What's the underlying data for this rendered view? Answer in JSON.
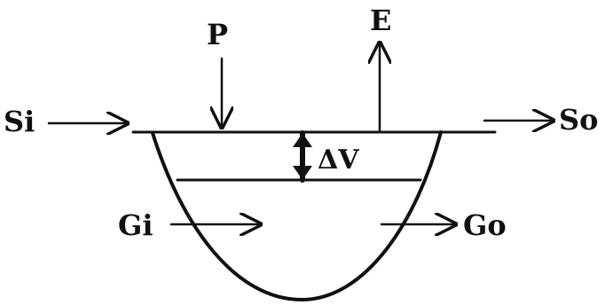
{
  "labels": {
    "surface_inflow": "Si",
    "surface_outflow": "So",
    "precipitation": "P",
    "evaporation": "E",
    "storage_change": "ΔV",
    "groundwater_inflow": "Gi",
    "groundwater_outflow": "Go"
  },
  "colors": {
    "ink": "#111111",
    "background": "#ffffff"
  }
}
